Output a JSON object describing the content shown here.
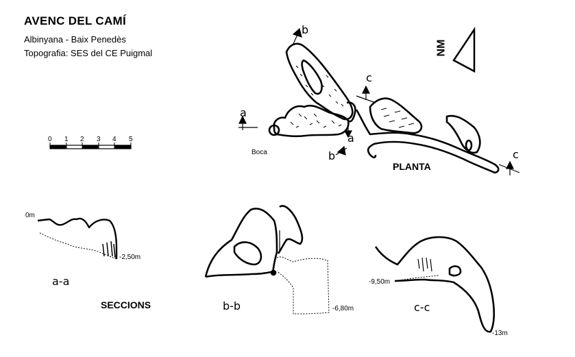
{
  "header": {
    "title": "AVENC DEL CAMÍ",
    "location": "Albinyana - Baix Penedès",
    "credits": "Topografia: SES del CE Puigmal"
  },
  "scale": {
    "ticks": [
      "0",
      "1",
      "2",
      "3",
      "4",
      "5"
    ]
  },
  "north": {
    "label": "NM"
  },
  "plan": {
    "title": "PLANTA",
    "entrance_label": "Boca",
    "section_marks": [
      "a",
      "a",
      "b",
      "b",
      "c",
      "c"
    ]
  },
  "sections": {
    "title": "SECCIONS",
    "aa": {
      "label": "a-a",
      "depth_top": "0m",
      "depth_bottom": "-2,50m"
    },
    "bb": {
      "label": "b-b",
      "depth_bottom": "-6,80m"
    },
    "cc": {
      "label": "c-c",
      "depth_mid": "-9,50m",
      "depth_bottom": "-13m"
    }
  }
}
